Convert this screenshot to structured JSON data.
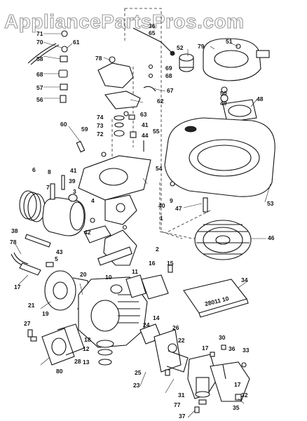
{
  "watermark": "AppliancePartsPros.com",
  "gasket_pack_label": "28011 10",
  "part_labels": [
    "71",
    "70",
    "61",
    "58",
    "68",
    "57",
    "56",
    "78",
    "36",
    "65",
    "52",
    "79",
    "51",
    "69",
    "68",
    "67",
    "62",
    "63",
    "50",
    "49",
    "48",
    "74",
    "73",
    "72",
    "41",
    "44",
    "55",
    "60",
    "59",
    "41",
    "39",
    "54",
    "6",
    "8",
    "7",
    "3",
    "4",
    "40",
    "38",
    "5",
    "1",
    "42",
    "2",
    "9",
    "47",
    "53",
    "46",
    "78",
    "43",
    "20",
    "10",
    "11",
    "16",
    "15",
    "17",
    "21",
    "19",
    "18",
    "12",
    "13",
    "14",
    "26",
    "24",
    "22",
    "25",
    "23",
    "17",
    "30",
    "36",
    "33",
    "34",
    "80",
    "28",
    "27",
    "17",
    "31",
    "77",
    "32",
    "37",
    "35"
  ],
  "colors": {
    "ink": "#111111",
    "paper": "#ffffff",
    "watermark_outline": "#9a9a9a"
  }
}
